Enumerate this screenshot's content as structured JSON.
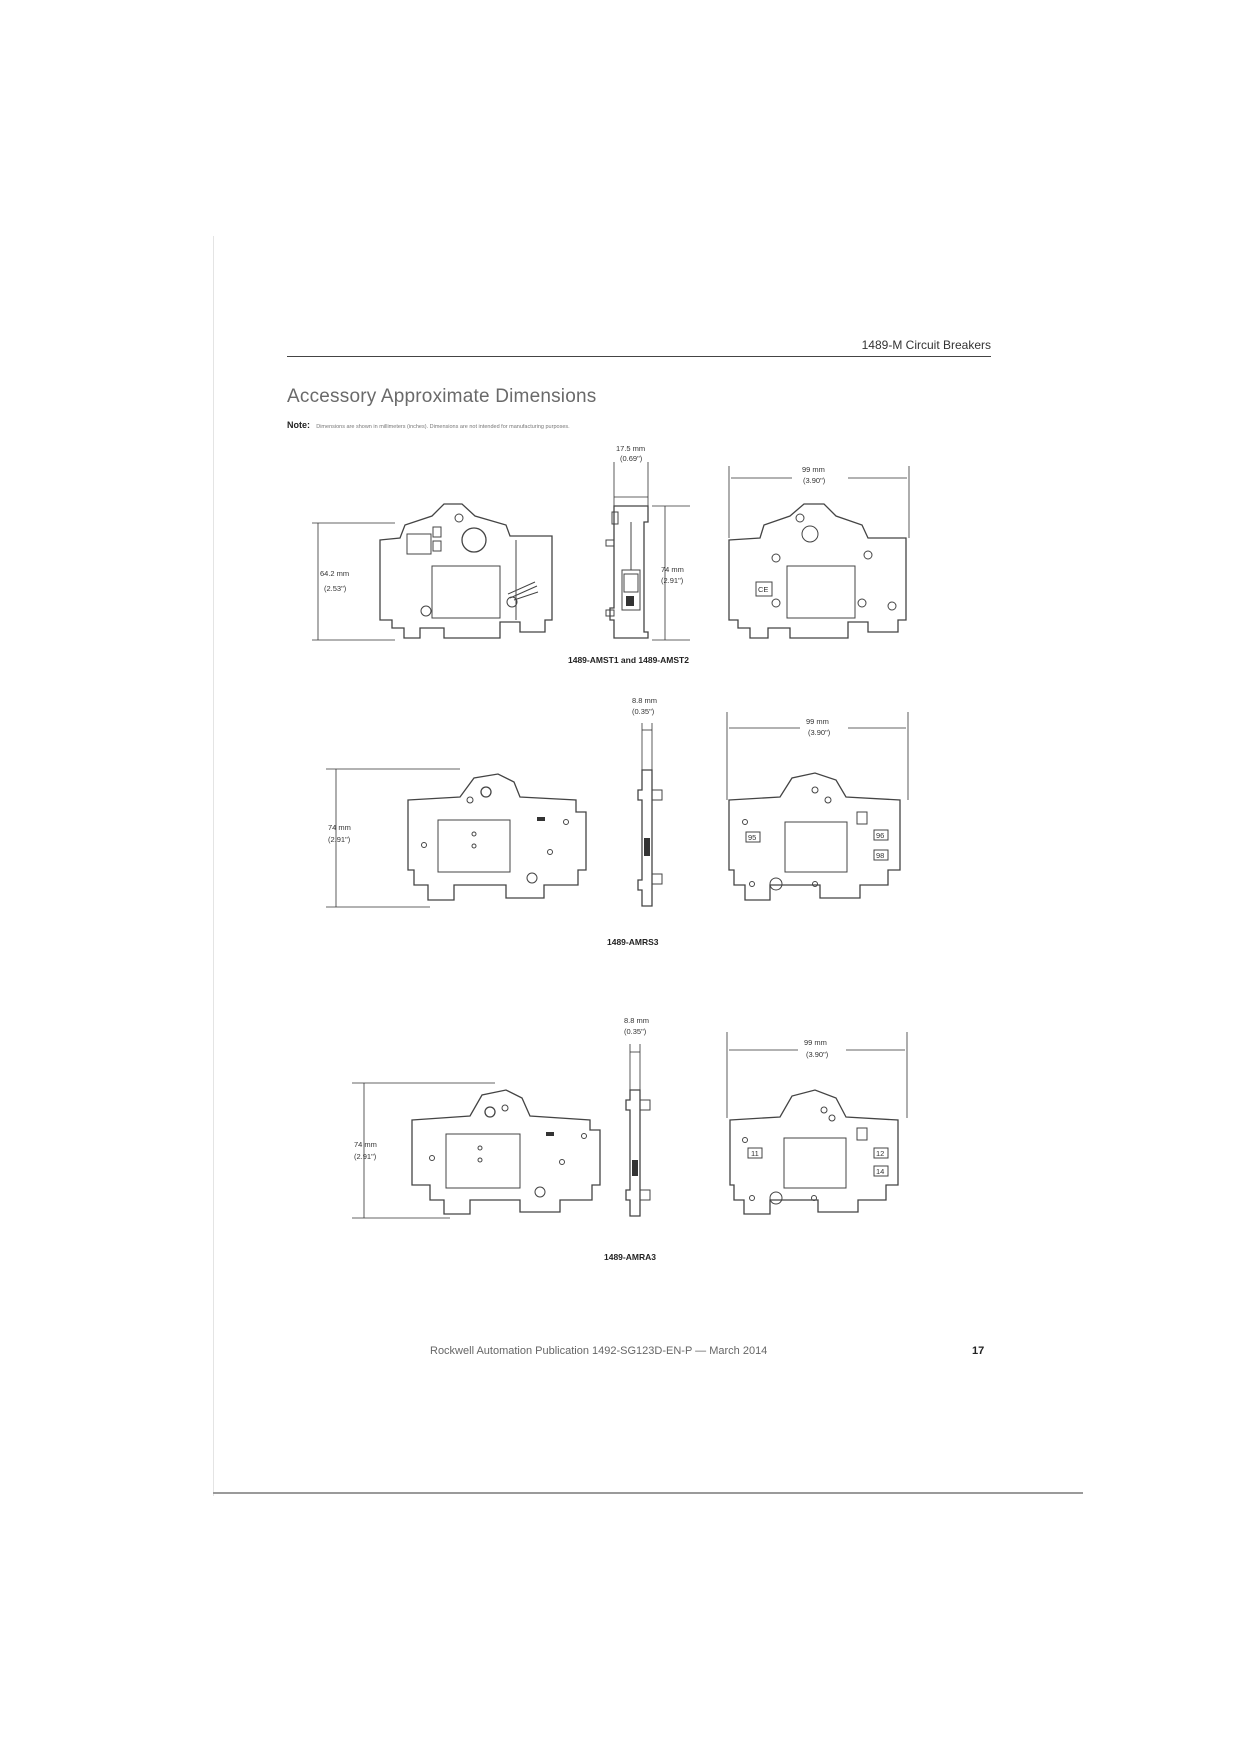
{
  "header": {
    "running_head": "1489-M Circuit Breakers"
  },
  "section": {
    "title": "Accessory Approximate Dimensions",
    "note_label": "Note:",
    "note_text": "Dimensions are shown in millimeters (inches). Dimensions are not intended for manufacturing purposes."
  },
  "figures": [
    {
      "caption": "1489-AMST1 and 1489-AMST2",
      "dims": {
        "height_mm": "64.2 mm",
        "height_in": "(2.53\")",
        "width_mm": "17.5 mm",
        "width_in": "(0.69\")",
        "side_mm": "74 mm",
        "side_in": "(2.91\")",
        "back_mm": "99 mm",
        "back_in": "(3.90\")"
      },
      "marks": {
        "ce": "CE"
      }
    },
    {
      "caption": "1489-AMRS3",
      "dims": {
        "height_mm": "74 mm",
        "height_in": "(2.91\")",
        "width_mm": "8.8 mm",
        "width_in": "(0.35\")",
        "back_mm": "99 mm",
        "back_in": "(3.90\")"
      },
      "terminals": [
        "95",
        "96",
        "98"
      ]
    },
    {
      "caption": "1489-AMRA3",
      "dims": {
        "height_mm": "74 mm",
        "height_in": "(2.91\")",
        "width_mm": "8.8 mm",
        "width_in": "(0.35\")",
        "back_mm": "99 mm",
        "back_in": "(3.90\")"
      },
      "terminals": [
        "11",
        "12",
        "14"
      ]
    }
  ],
  "footer": {
    "publication": "Rockwell Automation Publication 1492-SG123D-EN-P — March 2014",
    "page_number": "17"
  }
}
